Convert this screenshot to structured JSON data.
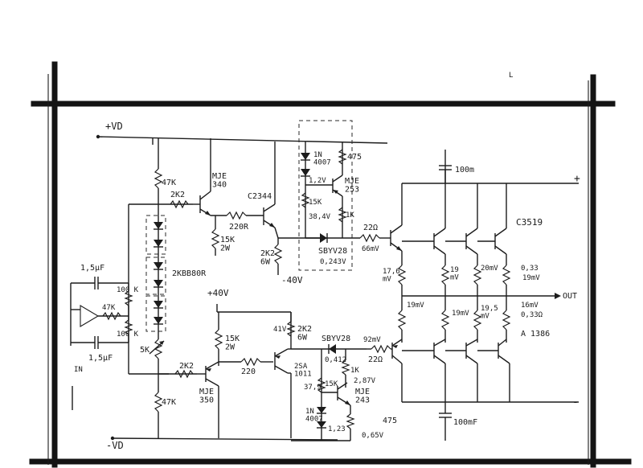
{
  "rails": {
    "pos_supply": "+VD",
    "neg_supply": "-VD",
    "mid_pos_40": "+40V",
    "mid_neg_40": "-40V",
    "out_plus": "+",
    "out_minus": "-",
    "output": "OUT",
    "input": "IN"
  },
  "transistors": {
    "q_mje340": "MJE\n340",
    "q_mje350": "MJE\n350",
    "q_c2344": "C2344",
    "q_mje253": "MJE\n253",
    "q_mje243": "MJE\n243",
    "q_out_npn": "C3519",
    "q_out_pnp": "A 1386",
    "q_2sa1011": "2SA\n1011"
  },
  "resistors": {
    "r_47k_top": "47K",
    "r_2k2_a": "2K2",
    "r_220r": "220R",
    "r_15k_2w_top": "15K\n2W",
    "r_2k2_6w_top": "2K2\n6W",
    "r_475_top": "475",
    "r_15k_vbe": "15K",
    "r_1k_top": "1K",
    "r_22_top": "22Ω",
    "r_100k_a": "100 K",
    "r_47k_in": "47K",
    "r_100k_b": "100 K",
    "r_5k": "5K",
    "r_2k2_b": "2K2",
    "r_47k_bottom": "47K",
    "r_15k_2w_bot": "15K\n2W",
    "r_220_bot": "220",
    "r_2k2_6w_bot": "2K2\n6W",
    "r_1k_bot": "1K",
    "r_15k_bot": "15K",
    "r_22_bot": "22Ω",
    "r_475_bot": "475",
    "r_033_top": "0,33",
    "r_033_bot": "0,33Ω"
  },
  "diodes": {
    "d_1n4007_top": "1N\n4007",
    "d_sbyv28_top": "SBYV28",
    "d_sbyv28_bot": "SBYV28",
    "d_1n4007_bot": "1N\n4007",
    "d_chain": "2KBB80R"
  },
  "capacitors": {
    "c_in_top": "1,5μF",
    "c_in_bot": "1,5μF",
    "c_100m_top": "100m",
    "c_100mf_bot": "100mF"
  },
  "voltages": {
    "v_1_2v": "1,2V",
    "v_38_4v": "38,4V",
    "v_0_243v": "0,243V",
    "v_66mv": "66mV",
    "v_17_6mv": "17,6\nmV",
    "v_19mv_a": "19\nmV",
    "v_20mv": "20mV",
    "v_19mv_b": "19mV",
    "v_19mv_c": "19mV",
    "v_19mv_d": "19mV",
    "v_19_5mv": "19,5\nmV",
    "v_16mv": "16mV",
    "v_41v": "41V",
    "v_0_412": "0,412",
    "v_2_87v": "2,87V",
    "v_37_9": "37,9",
    "v_1_23": "1,23",
    "v_0_65v": "0,65V",
    "v_92mv": "92mV"
  },
  "corner_mark": "L"
}
